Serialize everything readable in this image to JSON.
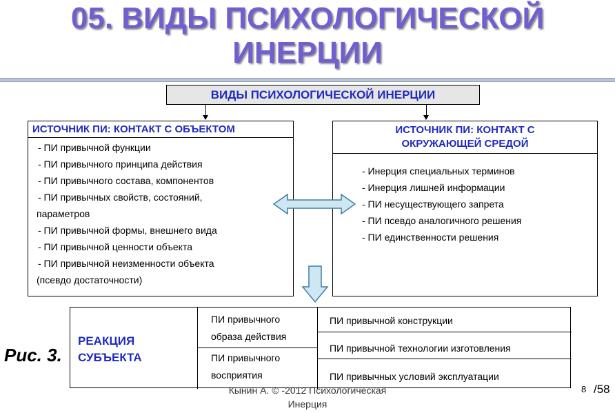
{
  "title": {
    "line1": "05. ВИДЫ ПСИХОЛОГИЧЕСКОЙ",
    "line2": "ИНЕРЦИИ"
  },
  "top_box": {
    "label": "ВИДЫ ПСИХОЛОГИЧЕСКОЙ ИНЕРЦИИ"
  },
  "left_box": {
    "header": "ИСТОЧНИК ПИ: КОНТАКТ С ОБЪЕКТОМ",
    "items": [
      "- ПИ привычной функции",
      "- ПИ привычного принципа действия",
      "- ПИ привычного состава, компонентов",
      "- ПИ привычных свойств, состояний,",
      "параметров",
      "- ПИ привычной формы, внешнего вида",
      "- ПИ привычной ценности объекта",
      "- ПИ привычной неизменности объекта",
      "(псевдо достаточности)"
    ]
  },
  "right_box": {
    "header_line1": "ИСТОЧНИК ПИ: КОНТАКТ С",
    "header_line2": "ОКРУЖАЮЩЕЙ СРЕДОЙ",
    "items": [
      "- Инерция специальных терминов",
      "- Инерция лишней информации",
      "- ПИ несуществующего запрета",
      "- ПИ псевдо аналогичного решения",
      "- ПИ единственности решения"
    ]
  },
  "bottom_table": {
    "reaction_line1": "РЕАКЦИЯ",
    "reaction_line2": "СУБЪЕКТА",
    "mid_top_line1": "ПИ привычного",
    "mid_top_line2": "образа действия",
    "mid_bottom_line1": "ПИ привычного",
    "mid_bottom_line2": "восприятия",
    "right_items": [
      "ПИ привычной конструкции",
      "ПИ привычной технологии изготовления",
      "ПИ привычных условий эксплуатации"
    ]
  },
  "caption": "Рис. 3.",
  "footer": {
    "line1": "Кынин А. © -2012 Психологическая",
    "line2": "Инерция"
  },
  "page_number": "8",
  "page_total": "/58",
  "colors": {
    "title": "#6f5fd0",
    "header_text": "#1f2bbf",
    "arrow_fill": "#cfe7f2",
    "arrow_stroke": "#3f7fa0"
  }
}
